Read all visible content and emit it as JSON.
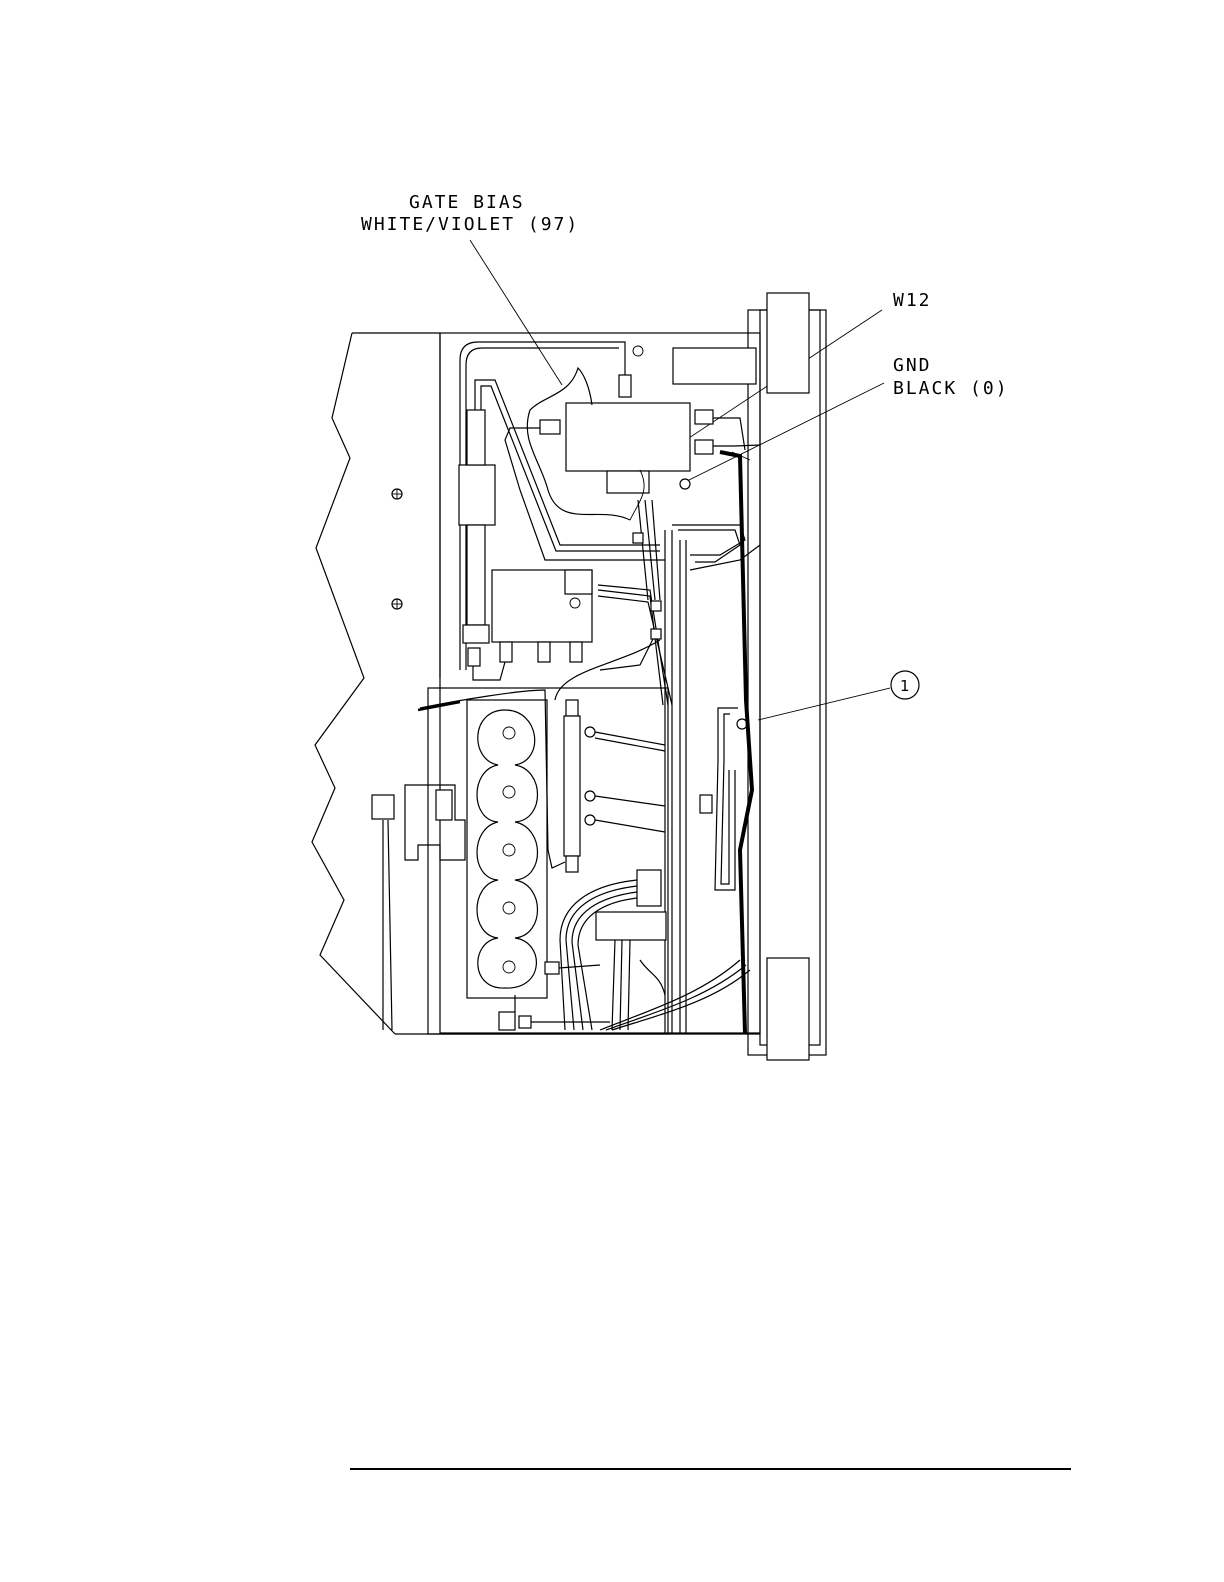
{
  "labels": {
    "gate_bias_line1": "GATE BIAS",
    "gate_bias_line2": "WHITE/VIOLET (97)",
    "w12": "W12",
    "gnd_line1": "GND",
    "gnd_line2": "BLACK (0)",
    "item_number": "1"
  },
  "colors": {
    "ink": "#000000",
    "paper": "#ffffff"
  }
}
